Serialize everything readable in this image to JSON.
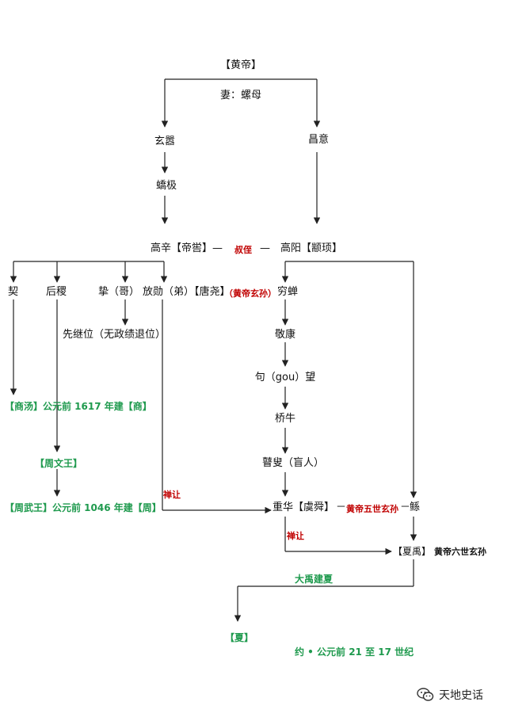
{
  "colors": {
    "line": "#222222",
    "red": "#c00000",
    "green": "#1f9a4e"
  },
  "nodes": {
    "huangdi": "【黄帝】",
    "wife": "妻：螺母",
    "xuanxiao": "玄嚣",
    "changyi": "昌意",
    "jiaoji": "蟜极",
    "gaoxin": "高辛【帝喾】",
    "dash1": "—",
    "shuzhi": "叔侄",
    "dash2": "—",
    "gaoyang": "高阳【颛顼】",
    "xie": "契",
    "houji": "后稷",
    "zhi": "挚（哥）",
    "fangxun": "放勋（弟）【唐尧】",
    "fangxun_note": "（黄帝玄孙）",
    "qiongchan": "穷蝉",
    "zhi_note": "先继位（无政绩退位）",
    "jingkang": "敬康",
    "goumang": "句（gou）望",
    "qiaoniu": "桥牛",
    "gusou": "瞽叟（盲人）",
    "shangtang": "【商汤】公元前 1617 年建【商】",
    "zhouwenwang": "【周文王】",
    "zhouwuwang": "【周武王】公元前 1046 年建【周】",
    "shanrang1": "禅让",
    "chonghua": "重华【虞舜】",
    "dash3": "－",
    "shun_note": "黄帝五世玄孙",
    "dash4": "－",
    "gun": "鲧",
    "shanrang2": "禅让",
    "xiayu": "【夏禹】",
    "yu_note": "黄帝六世玄孙",
    "dayu_jianxia": "大禹建夏",
    "xia": "【夏】",
    "xia_date": "约 • 公元前 21 至 17 世纪"
  },
  "watermark": {
    "icon": "wechat-icon",
    "text": "天地史话"
  }
}
